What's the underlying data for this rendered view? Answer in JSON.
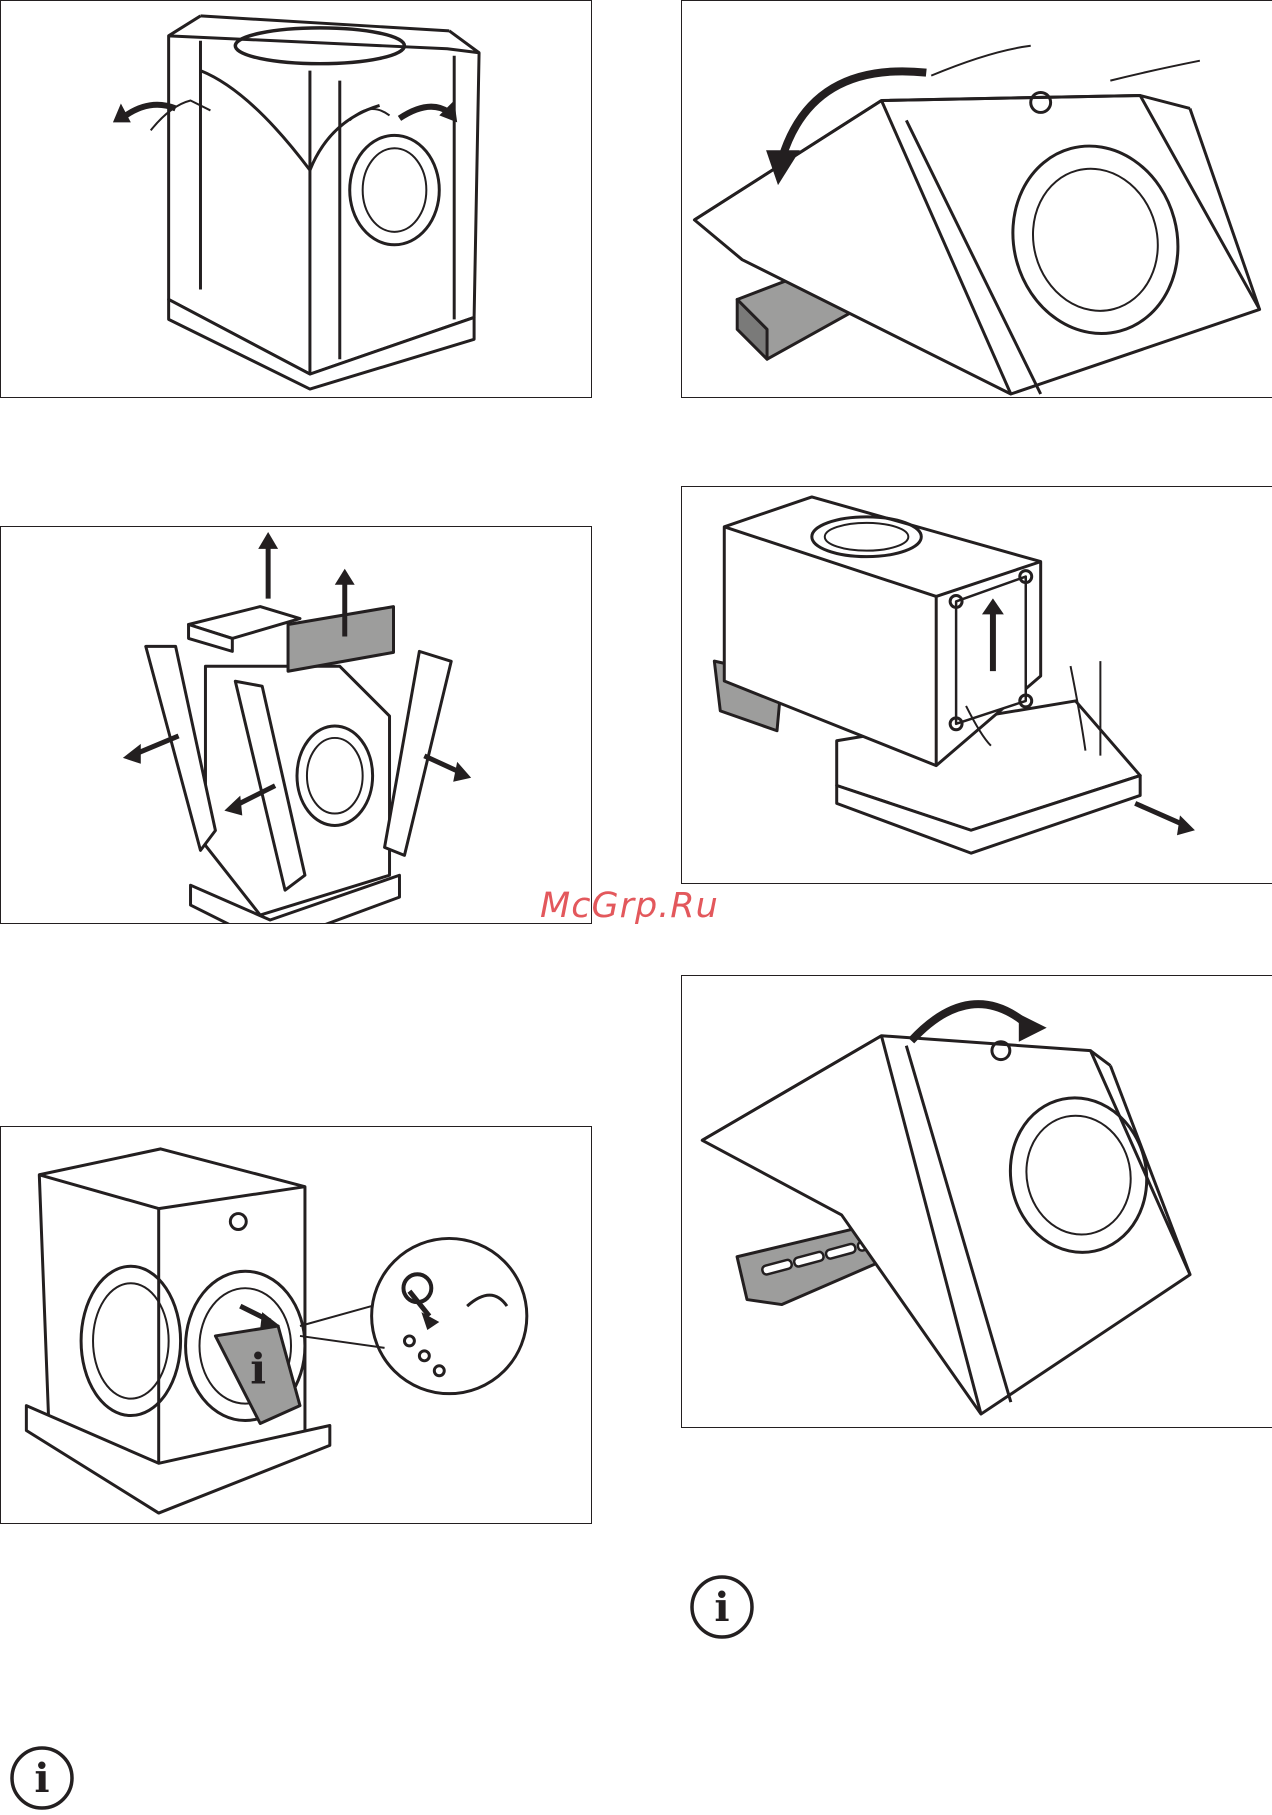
{
  "watermark": {
    "text": "McGrp.Ru"
  },
  "figures": [
    {
      "id": "remove-film",
      "icon": "wrapping-film-removal-illustration"
    },
    {
      "id": "tilt-back",
      "icon": "tilt-machine-back-illustration"
    },
    {
      "id": "remove-top-and-corners",
      "icon": "remove-top-cover-and-corner-posts-illustration"
    },
    {
      "id": "remove-base",
      "icon": "remove-polystyrene-base-illustration"
    },
    {
      "id": "remove-bag",
      "icon": "remove-accessory-bag-from-drum-illustration"
    },
    {
      "id": "tilt-forward",
      "icon": "tilt-machine-forward-illustration"
    }
  ],
  "info_icons": [
    {
      "icon": "info-icon",
      "glyph": "i"
    },
    {
      "icon": "info-icon",
      "glyph": "i"
    }
  ],
  "colors": {
    "line": "#231f20",
    "grey": "#9d9d9c",
    "watermark": "#e0464b"
  }
}
